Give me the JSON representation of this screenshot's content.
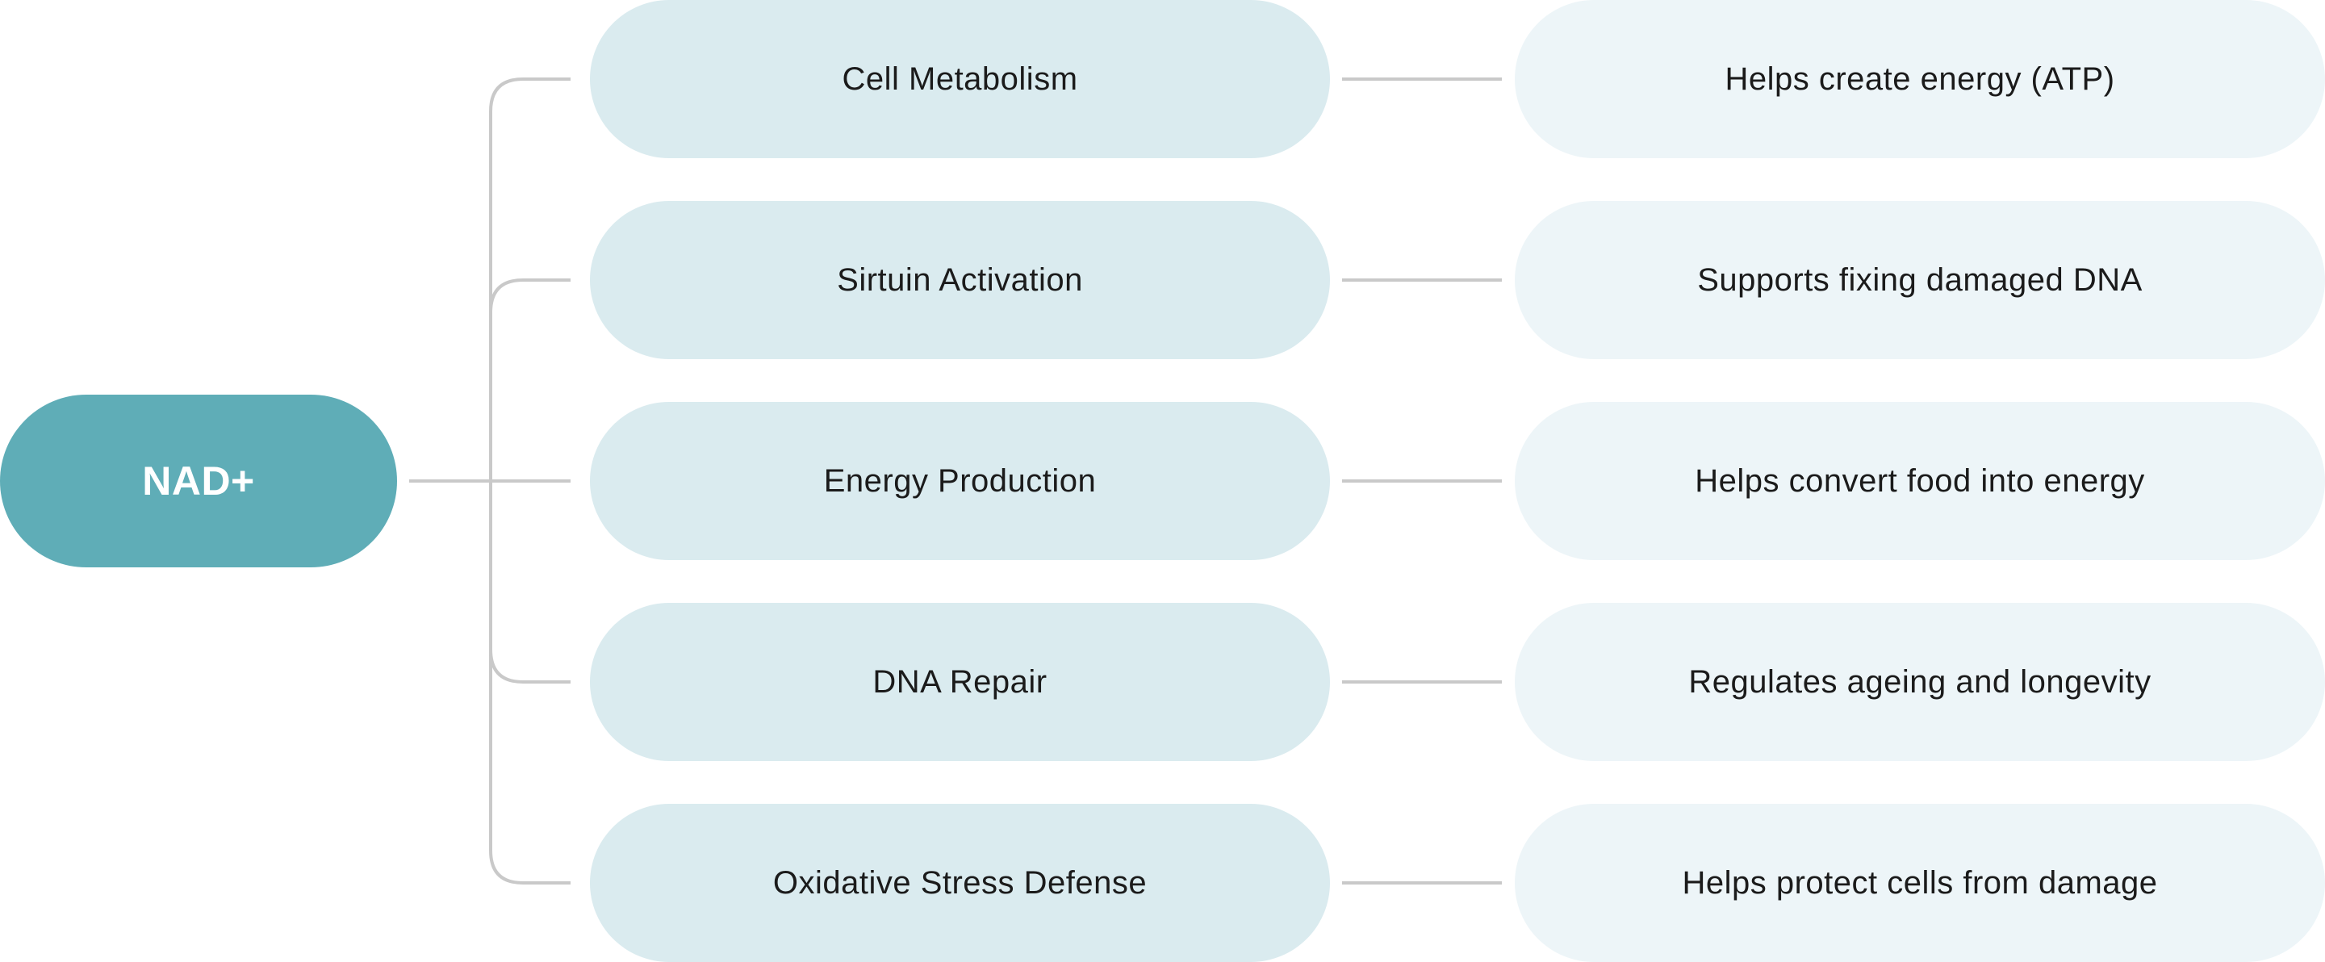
{
  "root": {
    "label": "NAD+",
    "color": "#5fadb7"
  },
  "branches": [
    {
      "function": "Cell Metabolism",
      "benefit": "Helps create energy (ATP)"
    },
    {
      "function": "Sirtuin Activation",
      "benefit": "Supports fixing damaged DNA"
    },
    {
      "function": "Energy Production",
      "benefit": "Helps convert food into energy"
    },
    {
      "function": "DNA Repair",
      "benefit": "Regulates ageing and longevity"
    },
    {
      "function": "Oxidative Stress Defense",
      "benefit": "Helps protect cells from damage"
    }
  ]
}
